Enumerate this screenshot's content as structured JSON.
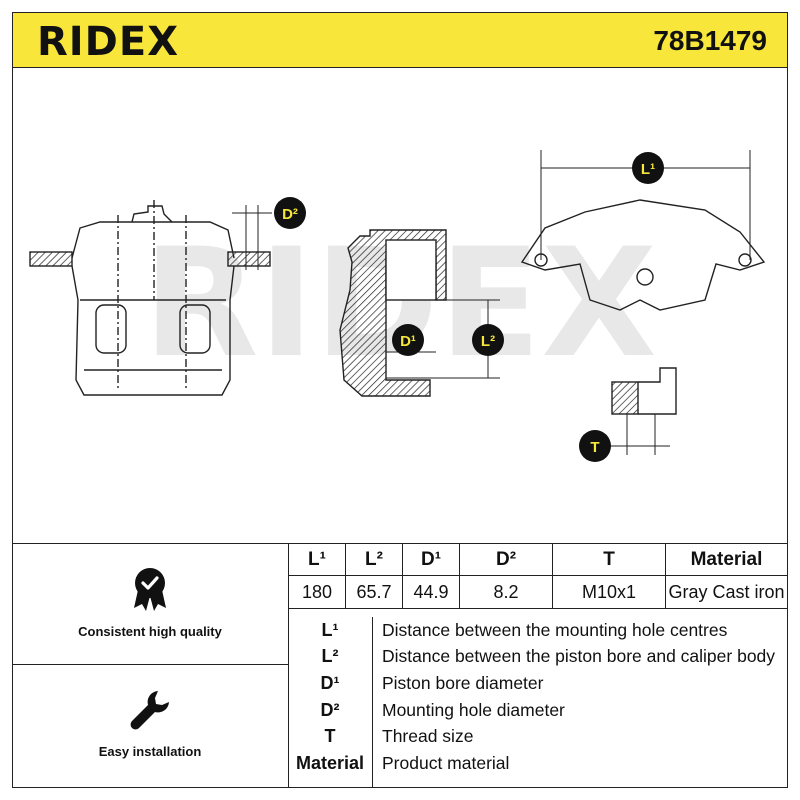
{
  "brand": {
    "logo": "RIDEX",
    "part_number": "78B1479",
    "accent": "#f8e73a"
  },
  "drawing": {
    "watermark": "RIDEX",
    "labels": {
      "l1": "L¹",
      "l2": "L²",
      "d1": "D¹",
      "d2": "D²",
      "t": "T"
    }
  },
  "spec_table": {
    "headers": [
      "L¹",
      "L²",
      "D¹",
      "D²",
      "T",
      "Material"
    ],
    "values": [
      "180",
      "65.7",
      "44.9",
      "8.2",
      "M10x1",
      "Gray Cast iron"
    ]
  },
  "legend": [
    {
      "key": "L¹",
      "desc": "Distance between the mounting hole centres"
    },
    {
      "key": "L²",
      "desc": "Distance between the piston bore and caliper body"
    },
    {
      "key": "D¹",
      "desc": "Piston bore diameter"
    },
    {
      "key": "D²",
      "desc": "Mounting hole diameter"
    },
    {
      "key": "T",
      "desc": "Thread size"
    },
    {
      "key": "Material",
      "desc": "Product material"
    }
  ],
  "features": [
    {
      "label": "Consistent high quality",
      "icon": "quality-badge-icon"
    },
    {
      "label": "Easy installation",
      "icon": "wrench-icon"
    }
  ]
}
